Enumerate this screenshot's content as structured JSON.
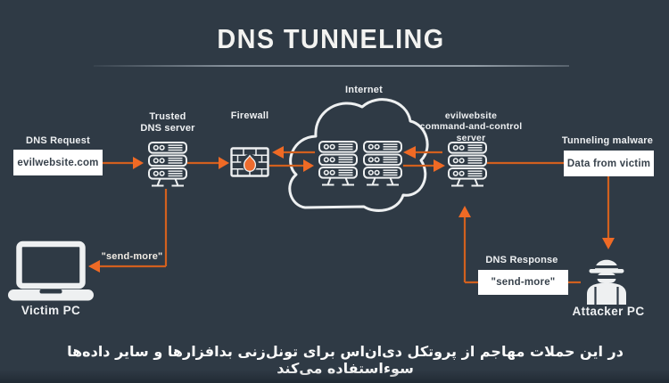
{
  "title": "DNS TUNNELING",
  "caption_fa": "در این حملات مهاجم از پروتکل دی‌ان‌اس برای تونل‌زنی بدافزارها و سایر داده‌ها سوءاستفاده می‌کند",
  "labels": {
    "dns_request": "DNS Request",
    "trusted_dns_l1": "Trusted",
    "trusted_dns_l2": "DNS server",
    "firewall": "Firewall",
    "internet": "Internet",
    "cnc_l1": "evilwebsite",
    "cnc_l2": "command-and-control",
    "cnc_l3": "server",
    "tunneling_malware": "Tunneling malware",
    "dns_response": "DNS Response",
    "send_more_note": "\"send-more\"",
    "victim_pc": "Victim PC",
    "attacker_pc": "Attacker PC"
  },
  "boxes": {
    "evilwebsite": "evilwebsite.com",
    "data_from_victim": "Data from victim",
    "send_more": "\"send-more\""
  },
  "icons": {
    "trusted_dns": "server-stack-icon",
    "internet_servers": "server-stack-icon",
    "cnc_server": "server-stack-icon",
    "firewall": "firewall-brick-flame-icon",
    "internet": "cloud-icon",
    "victim": "laptop-icon",
    "attacker": "spy-hacker-icon"
  },
  "colors": {
    "background": "#2f3a45",
    "arrow_line": "#d2601e",
    "arrowhead": "#ef6a25",
    "flame": "#ed6c2f",
    "icon_stroke": "#eef0f1",
    "box_bg": "#ffffff",
    "box_text": "#38424c"
  }
}
